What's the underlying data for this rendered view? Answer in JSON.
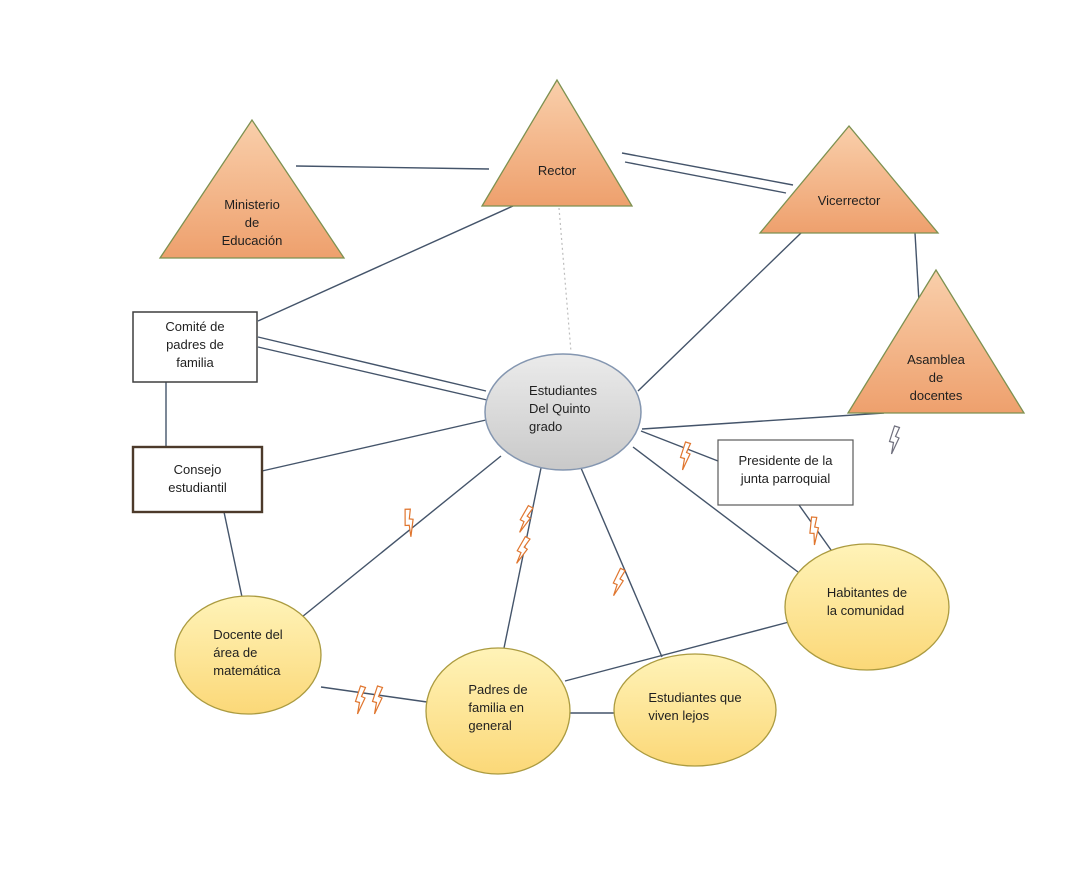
{
  "diagram": {
    "type": "ecomap",
    "colors": {
      "triangle_fill": "#f2ab76",
      "triangle_border": "#7d9150",
      "center_ellipse_fill": "#d9d9d9",
      "center_ellipse_border": "#8496b0",
      "yellow_ellipse_fill": "#fde289",
      "yellow_ellipse_border": "#ab9b40",
      "rect_fill": "#ffffff",
      "edge_color": "#44546a",
      "conflict_color": "#e0762f"
    },
    "nodes": {
      "ministerio": {
        "shape": "triangle",
        "label": "Ministerio\nde\nEducación"
      },
      "rector": {
        "shape": "triangle",
        "label": "Rector"
      },
      "vicerrector": {
        "shape": "triangle",
        "label": "Vicerrector"
      },
      "asamblea": {
        "shape": "triangle",
        "label": "Asamblea\nde\ndocentes"
      },
      "comite": {
        "shape": "rectangle",
        "label": "Comité de\npadres de\nfamilia"
      },
      "consejo": {
        "shape": "rectangle",
        "label": "Consejo\nestudiantil"
      },
      "presidente": {
        "shape": "rectangle",
        "label": "Presidente de la\njunta parroquial"
      },
      "estudiantes": {
        "shape": "ellipse",
        "label": "Estudiantes\nDel Quinto\ngrado"
      },
      "docente": {
        "shape": "ellipse",
        "label": "Docente del\nárea de\nmatemática"
      },
      "padres": {
        "shape": "ellipse",
        "label": "Padres de\nfamilia en\ngeneral"
      },
      "lejos": {
        "shape": "ellipse",
        "label": "Estudiantes que\nviven lejos"
      },
      "habitantes": {
        "shape": "ellipse",
        "label": "Habitantes de\nla comunidad"
      }
    },
    "edges": [
      {
        "from": "ministerio",
        "to": "rector",
        "style": "solid"
      },
      {
        "from": "rector",
        "to": "vicerrector",
        "style": "double"
      },
      {
        "from": "rector",
        "to": "comite",
        "style": "solid"
      },
      {
        "from": "rector",
        "to": "estudiantes",
        "style": "dotted"
      },
      {
        "from": "vicerrector",
        "to": "estudiantes",
        "style": "solid"
      },
      {
        "from": "vicerrector",
        "to": "asamblea",
        "style": "solid"
      },
      {
        "from": "asamblea",
        "to": "estudiantes",
        "style": "solid",
        "stress": true
      },
      {
        "from": "comite",
        "to": "estudiantes",
        "style": "double"
      },
      {
        "from": "comite",
        "to": "consejo",
        "style": "solid"
      },
      {
        "from": "consejo",
        "to": "estudiantes",
        "style": "solid"
      },
      {
        "from": "consejo",
        "to": "docente",
        "style": "solid"
      },
      {
        "from": "estudiantes",
        "to": "docente",
        "style": "solid",
        "stress": true
      },
      {
        "from": "estudiantes",
        "to": "padres",
        "style": "solid",
        "stress": true
      },
      {
        "from": "estudiantes",
        "to": "lejos",
        "style": "solid",
        "stress": true
      },
      {
        "from": "estudiantes",
        "to": "habitantes",
        "style": "solid"
      },
      {
        "from": "estudiantes",
        "to": "presidente",
        "style": "solid",
        "stress": true
      },
      {
        "from": "presidente",
        "to": "habitantes",
        "style": "solid",
        "stress": true
      },
      {
        "from": "docente",
        "to": "padres",
        "style": "solid",
        "stress": true
      },
      {
        "from": "padres",
        "to": "lejos",
        "style": "solid"
      },
      {
        "from": "padres",
        "to": "habitantes",
        "style": "solid"
      }
    ]
  }
}
